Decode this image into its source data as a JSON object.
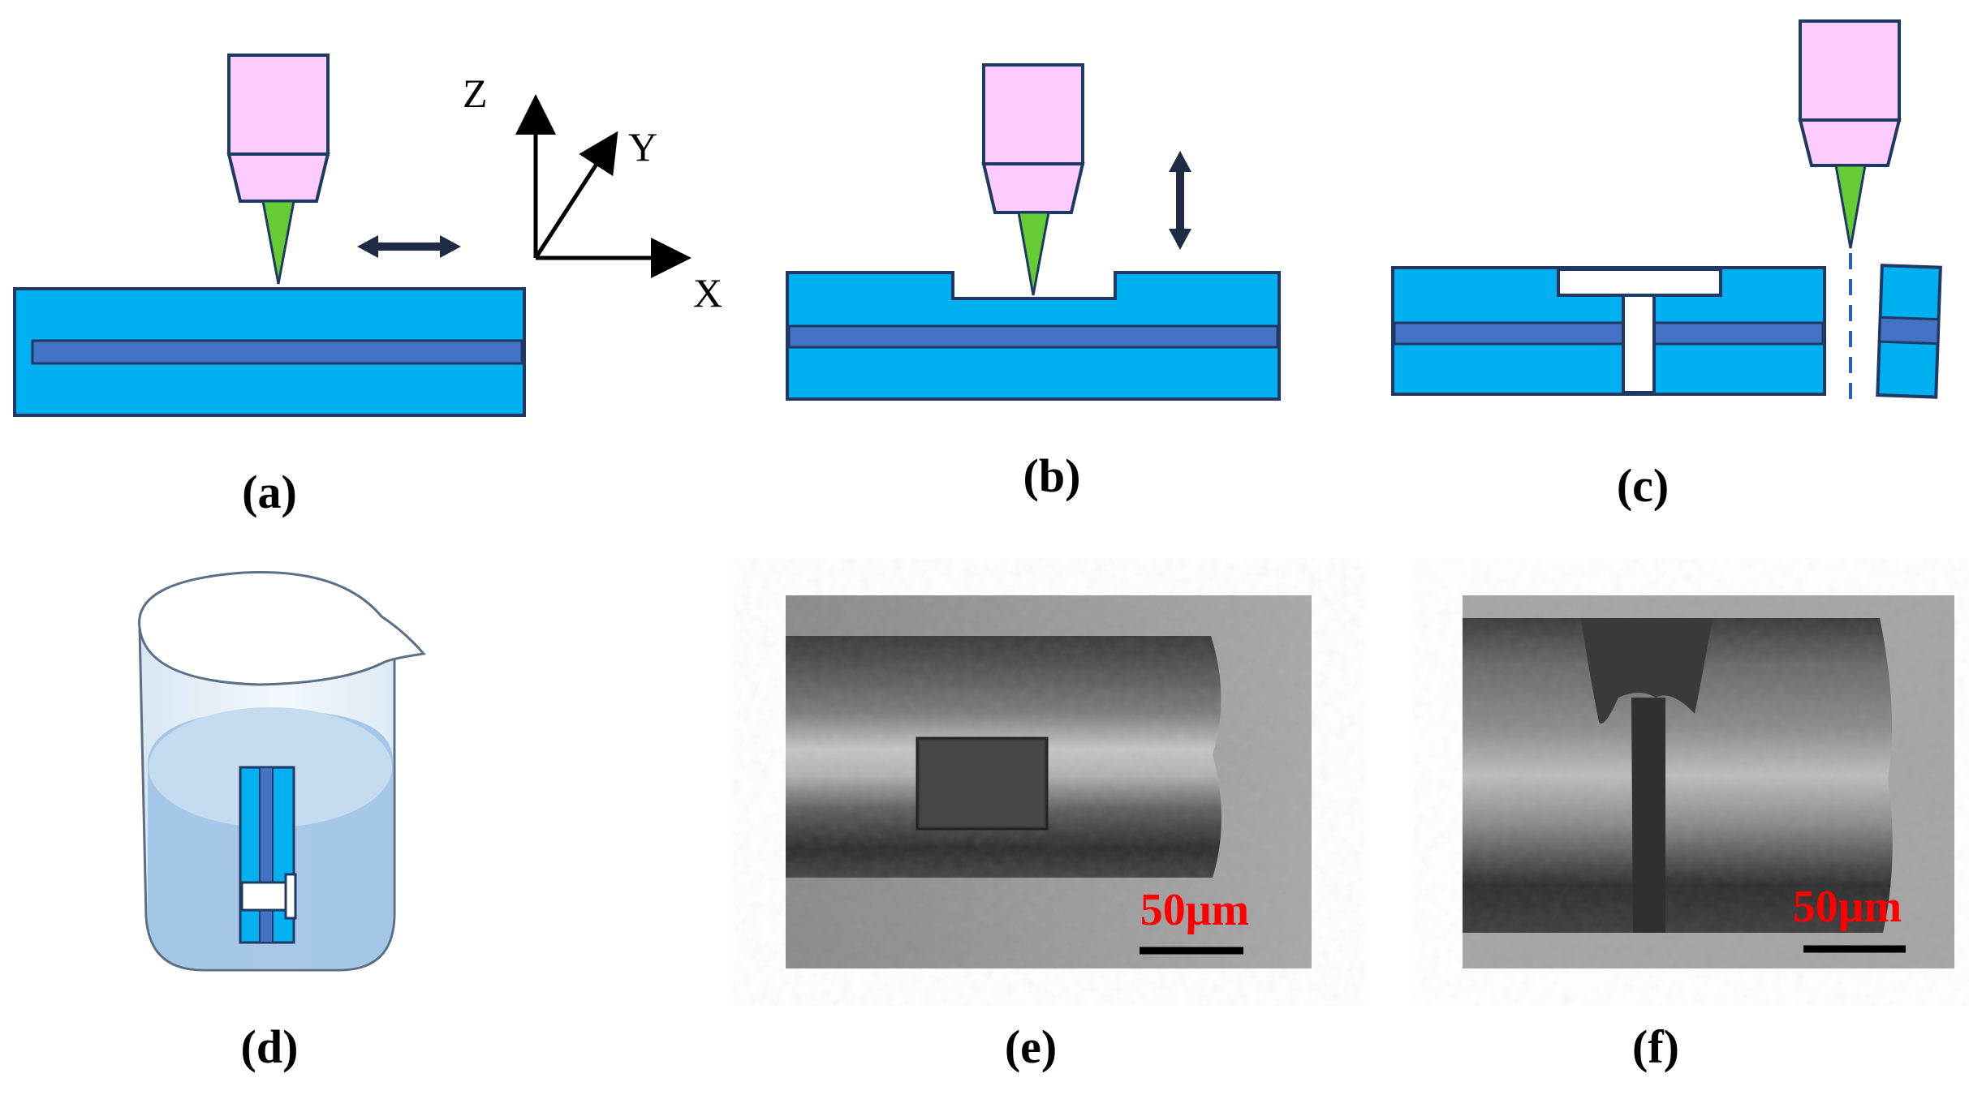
{
  "panels": {
    "a": {
      "label": "(a)"
    },
    "b": {
      "label": "(b)"
    },
    "c": {
      "label": "(c)"
    },
    "d": {
      "label": "(d)"
    },
    "e": {
      "label": "(e)",
      "scale_bar": "50μm"
    },
    "f": {
      "label": "(f)",
      "scale_bar": "50μm"
    }
  },
  "axes": {
    "z": "Z",
    "y": "Y",
    "x": "X"
  },
  "colors": {
    "fiber_cladding": "#00b0f0",
    "fiber_core": "#4472c4",
    "objective": "#ffccff",
    "laser_beam": "#66cc33",
    "outline": "#1f3864",
    "scale_text": "#ff0000"
  }
}
